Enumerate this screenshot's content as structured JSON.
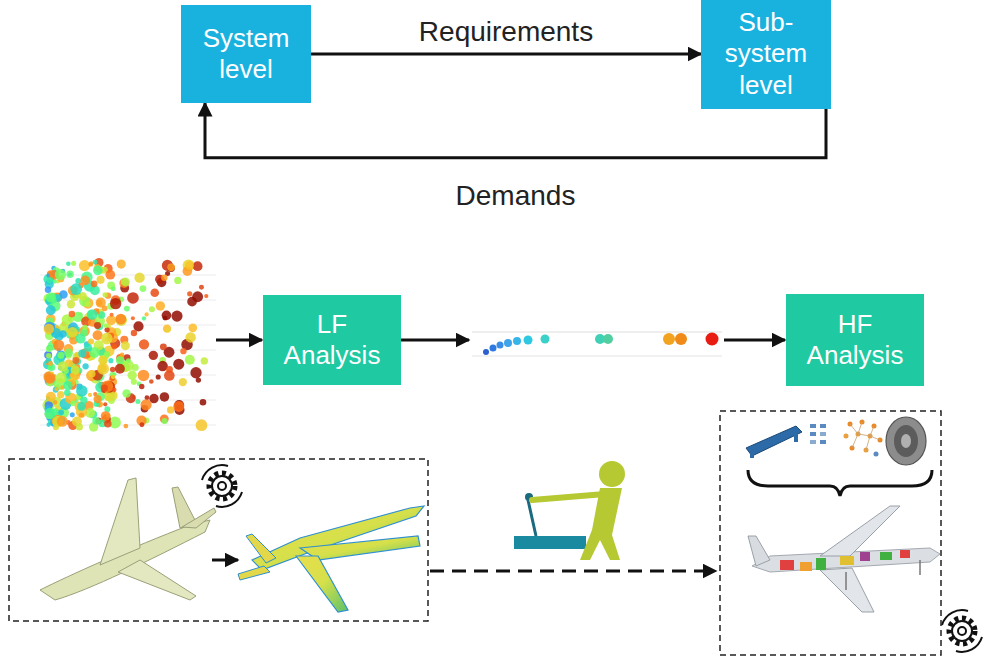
{
  "diagram": {
    "nodes": [
      {
        "text": [
          "System level"
        ]
      },
      {
        "text": [
          "Sub-system level"
        ]
      },
      {
        "text": [
          "LF Analysis"
        ]
      },
      {
        "text": [
          "HF Analysis"
        ]
      }
    ],
    "edges": [
      {
        "from": 0,
        "to": 1,
        "arrow": "to",
        "label": "Requirements"
      },
      {
        "from": 1,
        "to": 0,
        "arrow": "to",
        "label": "Demands"
      }
    ]
  }
}
